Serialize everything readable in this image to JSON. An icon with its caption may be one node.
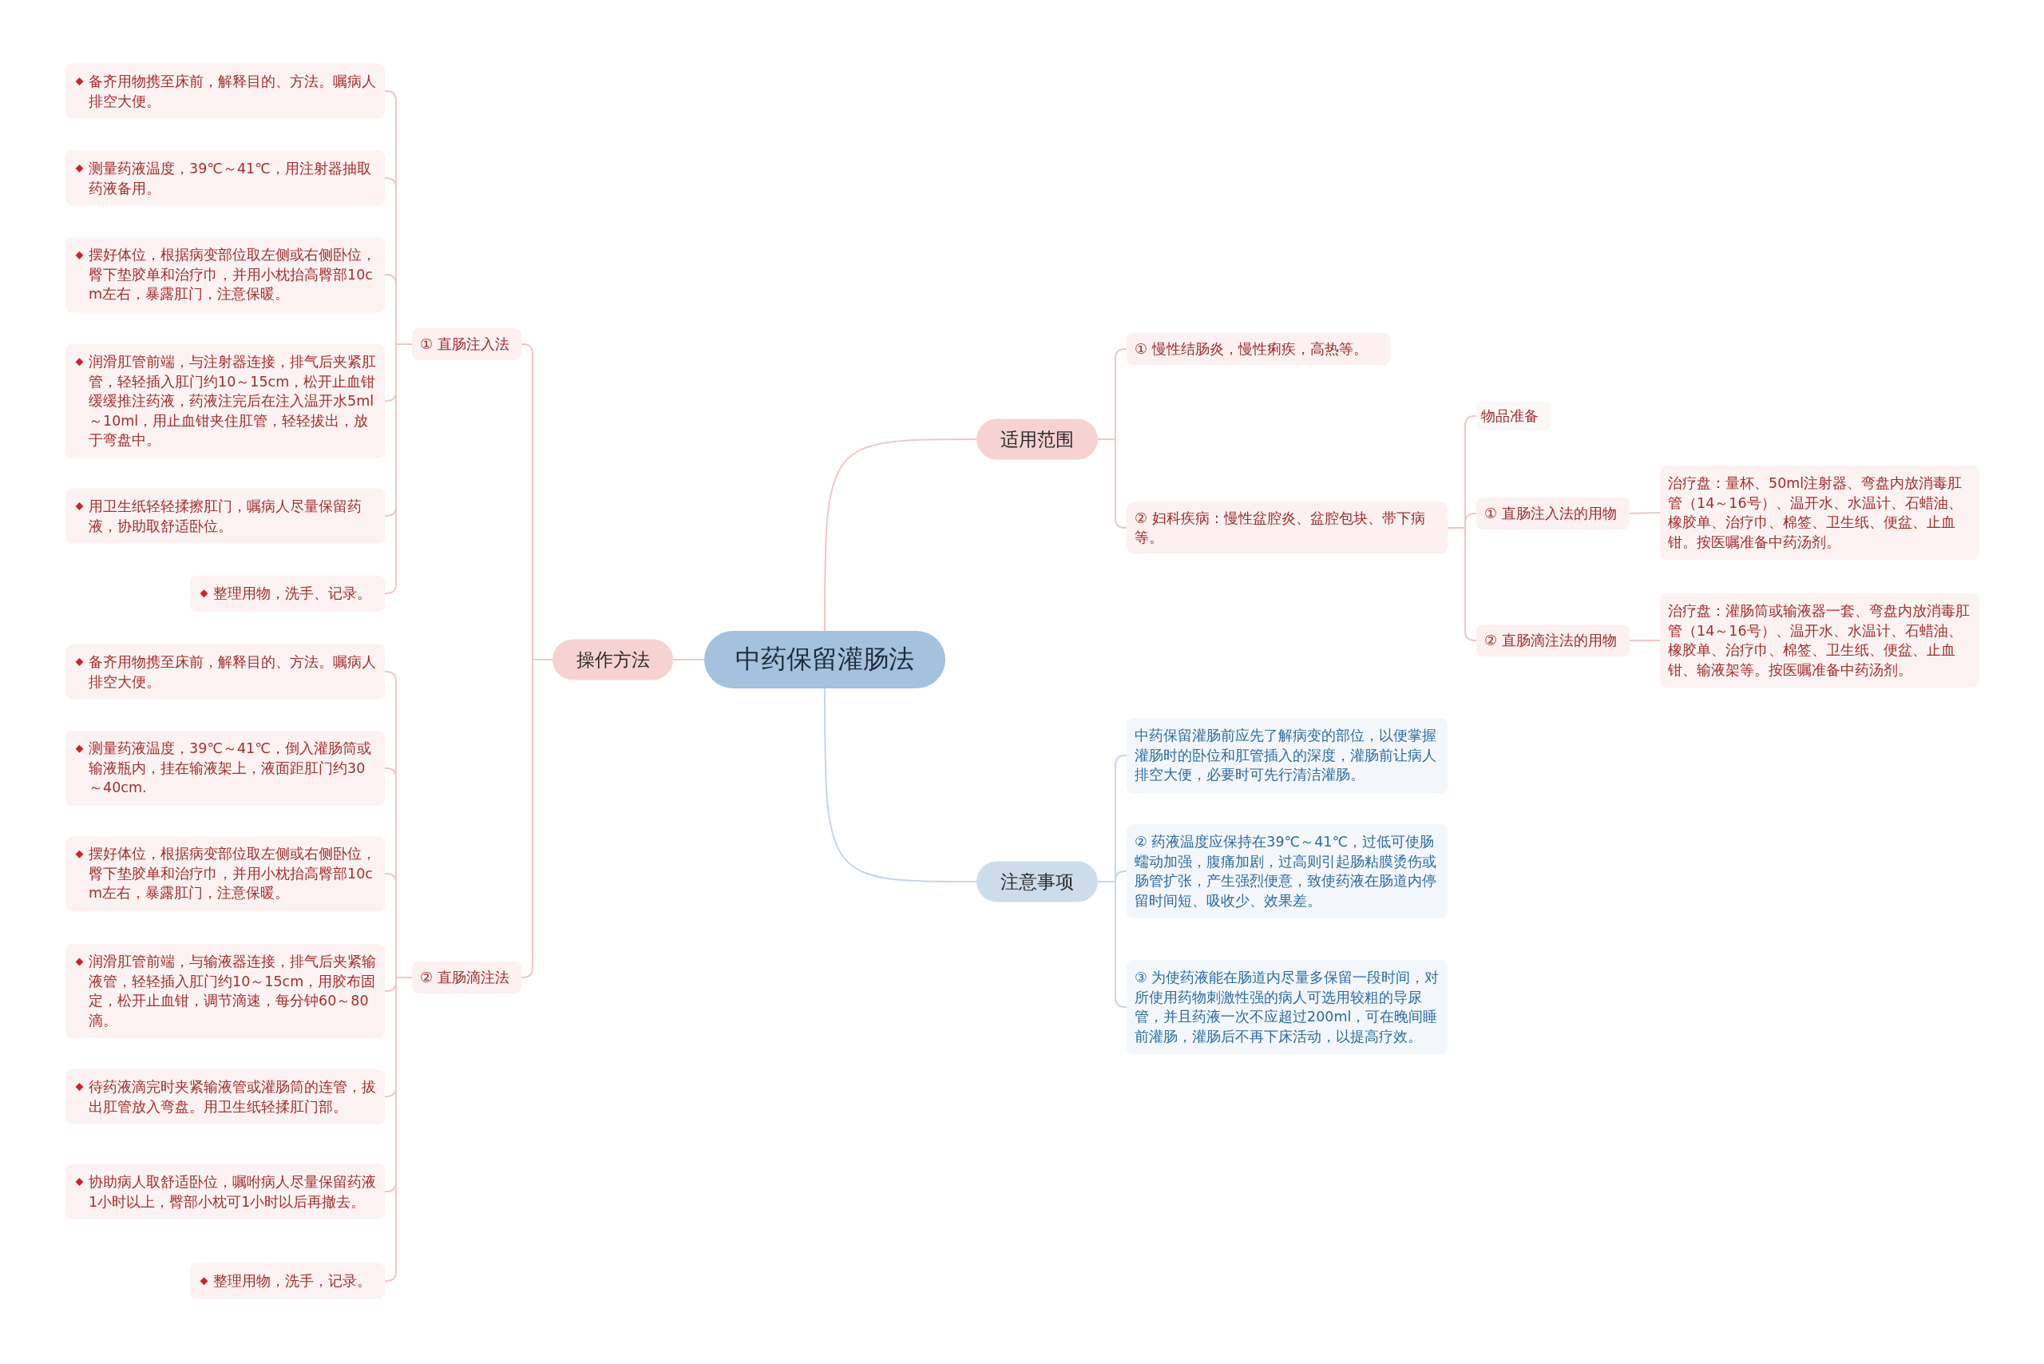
{
  "diagram": {
    "nodes": [
      {
        "text": [
          "中药保留灌肠法"
        ]
      },
      {
        "text": [
          "操作方法"
        ]
      },
      {
        "text": [
          "① 直肠注入法"
        ]
      },
      {
        "text": [
          "备齐用物携至床前，解释目的、方法。嘱病人排空大便。"
        ]
      },
      {
        "text": [
          "测量药液温度，39℃～41℃，用注射器抽取药液备用。"
        ]
      },
      {
        "text": [
          "摆好体位，根据病变部位取左侧或右侧卧位，臀下垫胶单和治疗巾，并用小枕抬高臀部10cm左右，暴露肛门，注意保暖。"
        ]
      },
      {
        "text": [
          "润滑肛管前端，与注射器连接，排气后夹紧肛管，轻轻插入肛门约10～15cm，松开止血钳缓缓推注药液，药液注完后在注入温开水5ml～10ml，用止血钳夹住肛管，轻轻拔出，放于弯盘中。"
        ]
      },
      {
        "text": [
          "用卫生纸轻轻揉擦肛门，嘱病人尽量保留药液，协助取舒适卧位。"
        ]
      },
      {
        "text": [
          "整理用物，洗手、记录。"
        ]
      },
      {
        "text": [
          "② 直肠滴注法"
        ]
      },
      {
        "text": [
          "备齐用物携至床前，解释目的、方法。嘱病人排空大便。"
        ]
      },
      {
        "text": [
          "测量药液温度，39℃～41℃，倒入灌肠筒或输液瓶内，挂在输液架上，液面距肛门约30～40cm."
        ]
      },
      {
        "text": [
          "摆好体位，根据病变部位取左侧或右侧卧位，臀下垫胶单和治疗巾，并用小枕抬高臀部10cm左右，暴露肛门，注意保暖。"
        ]
      },
      {
        "text": [
          "润滑肛管前端，与输液器连接，排气后夹紧输液管，轻轻插入肛门约10～15cm，用胶布固定，松开止血钳，调节滴速，每分钟60～80滴。"
        ]
      },
      {
        "text": [
          "待药液滴完时夹紧输液管或灌肠筒的连管，拔出肛管放入弯盘。用卫生纸轻揉肛门部。"
        ]
      },
      {
        "text": [
          "协助病人取舒适卧位，嘱咐病人尽量保留药液1小时以上，臀部小枕可1小时以后再撤去。"
        ]
      },
      {
        "text": [
          "整理用物，洗手，记录。"
        ]
      },
      {
        "text": [
          "适用范围"
        ]
      },
      {
        "text": [
          "① 慢性结肠炎，慢性痢疾，高热等。"
        ]
      },
      {
        "text": [
          "② 妇科疾病：慢性盆腔炎、盆腔包块、带下病等。"
        ]
      },
      {
        "text": [
          "物品准备"
        ]
      },
      {
        "text": [
          "① 直肠注入法的用物"
        ]
      },
      {
        "text": [
          "治疗盘：量杯、50ml注射器、弯盘内放消毒肛管（14～16号）、温开水、水温计、石蜡油、橡胶单、治疗巾、棉签、卫生纸、便盆、止血钳。按医嘱准备中药汤剂。"
        ]
      },
      {
        "text": [
          "② 直肠滴注法的用物"
        ]
      },
      {
        "text": [
          "治疗盘：灌肠筒或输液器一套、弯盘内放消毒肛管（14～16号）、温开水、水温计、石蜡油、橡胶单、治疗巾、棉签、卫生纸、便盆、止血钳、输液架等。按医嘱准备中药汤剂。"
        ]
      },
      {
        "text": [
          "注意事项"
        ]
      },
      {
        "text": [
          "中药保留灌肠前应先了解病变的部位，以便掌握灌肠时的卧位和肛管插入的深度，灌肠前让病人排空大便，必要时可先行清洁灌肠。"
        ]
      },
      {
        "text": [
          "② 药液温度应保持在39℃～41℃，过低可使肠蠕动加强，腹痛加剧，过高则引起肠粘膜烫伤或肠管扩张，产生强烈便意，致使药液在肠道内停留时间短、吸收少、效果差。"
        ]
      },
      {
        "text": [
          "③ 为使药液能在肠道内尽量多保留一段时间，对所使用药物刺激性强的病人可选用较粗的导尿管，并且药液一次不应超过200ml，可在晚间睡前灌肠，灌肠后不再下床活动，以提高疗效。"
        ]
      }
    ],
    "edges": [
      {
        "from": 0,
        "to": 1,
        "arrow": "none"
      },
      {
        "from": 1,
        "to": 2,
        "arrow": "none"
      },
      {
        "from": 2,
        "to": 3,
        "arrow": "none"
      },
      {
        "from": 2,
        "to": 4,
        "arrow": "none"
      },
      {
        "from": 2,
        "to": 5,
        "arrow": "none"
      },
      {
        "from": 2,
        "to": 6,
        "arrow": "none"
      },
      {
        "from": 2,
        "to": 7,
        "arrow": "none"
      },
      {
        "from": 2,
        "to": 8,
        "arrow": "none"
      },
      {
        "from": 1,
        "to": 9,
        "arrow": "none"
      },
      {
        "from": 9,
        "to": 10,
        "arrow": "none"
      },
      {
        "from": 9,
        "to": 11,
        "arrow": "none"
      },
      {
        "from": 9,
        "to": 12,
        "arrow": "none"
      },
      {
        "from": 9,
        "to": 13,
        "arrow": "none"
      },
      {
        "from": 9,
        "to": 14,
        "arrow": "none"
      },
      {
        "from": 9,
        "to": 15,
        "arrow": "none"
      },
      {
        "from": 9,
        "to": 16,
        "arrow": "none"
      },
      {
        "from": 0,
        "to": 17,
        "arrow": "none"
      },
      {
        "from": 17,
        "to": 18,
        "arrow": "none"
      },
      {
        "from": 17,
        "to": 19,
        "arrow": "none"
      },
      {
        "from": 19,
        "to": 20,
        "arrow": "none"
      },
      {
        "from": 19,
        "to": 21,
        "arrow": "none"
      },
      {
        "from": 21,
        "to": 22,
        "arrow": "none"
      },
      {
        "from": 19,
        "to": 23,
        "arrow": "none"
      },
      {
        "from": 23,
        "to": 24,
        "arrow": "none"
      },
      {
        "from": 0,
        "to": 25,
        "arrow": "none",
        "color": "#c6d6e4"
      },
      {
        "from": 25,
        "to": 26,
        "arrow": "none",
        "color": "#c6d6e4"
      },
      {
        "from": 25,
        "to": 27,
        "arrow": "none",
        "color": "#c6d6e4"
      },
      {
        "from": 25,
        "to": 28,
        "arrow": "none",
        "color": "#c6d6e4"
      }
    ]
  }
}
